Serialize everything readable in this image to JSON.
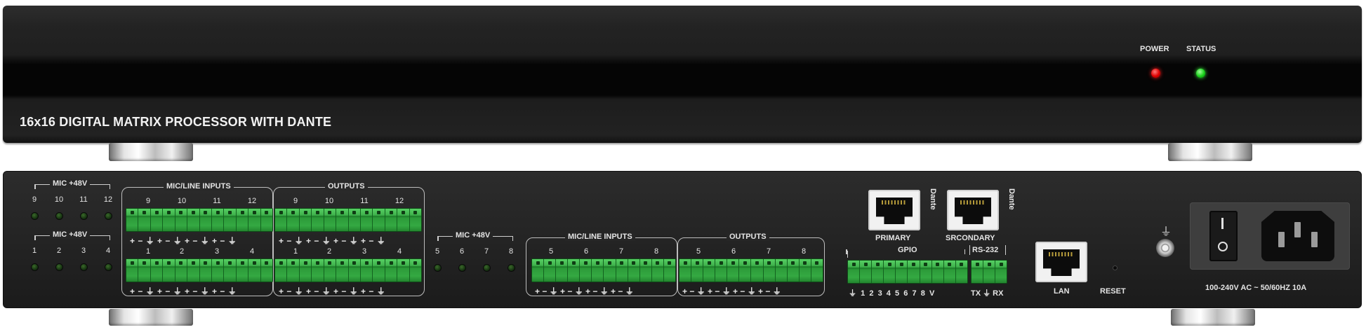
{
  "front": {
    "title": "16x16 DIGITAL MATRIX PROCESSOR WITH DANTE",
    "power_label": "POWER",
    "status_label": "STATUS",
    "power_led_color": "#ff1c1c",
    "status_led_color": "#23e024"
  },
  "rear": {
    "mic48_label": "MIC +48V",
    "mic_line_inputs_label": "MIC/LINE INPUTS",
    "outputs_label": "OUTPUTS",
    "row_top_mic_nums": [
      "9",
      "10",
      "11",
      "12"
    ],
    "row_bottom_mic_nums": [
      "1",
      "2",
      "3",
      "4"
    ],
    "right_mic_nums": [
      "5",
      "6",
      "7",
      "8"
    ],
    "left_top_in_nums": [
      "9",
      "10",
      "11",
      "12"
    ],
    "left_top_out_nums": [
      "9",
      "10",
      "11",
      "12"
    ],
    "left_bottom_in_nums": [
      "1",
      "2",
      "3",
      "4"
    ],
    "left_bottom_out_nums": [
      "1",
      "2",
      "3",
      "4"
    ],
    "right_in_nums": [
      "5",
      "6",
      "7",
      "8"
    ],
    "right_out_nums": [
      "5",
      "6",
      "7",
      "8"
    ],
    "polarity_row": "+ − ⏚ + − ⏚ + − ⏚ + − ⏚",
    "primary_label": "PRIMARY",
    "secondary_label": "SRCONDARY",
    "dante_brand": "Dante",
    "gpio_label": "GPIO",
    "rs232_label": "RS-232",
    "gpio_pins": "⏚  1  2  3  4  5  6  7  8  V",
    "rs232_pins": "TX ⏚ RX",
    "lan_label": "LAN",
    "reset_label": "RESET",
    "ground_symbol": "⏚",
    "power_rating": "100-240V AC ~ 50/60HZ 10A",
    "terminal_color": "#2b9a3b"
  }
}
